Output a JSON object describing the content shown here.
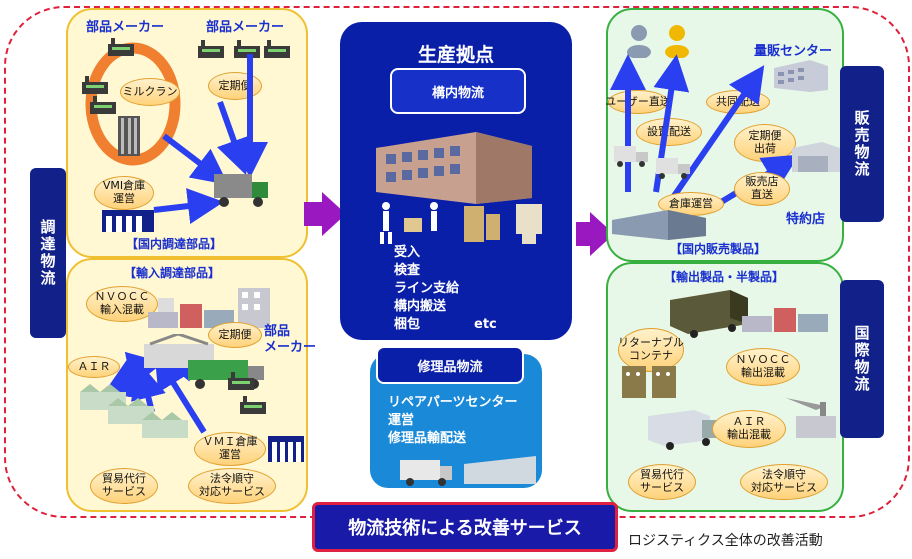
{
  "procurement": {
    "side_label": "調達物流",
    "domestic": {
      "maker_left": "部品メーカー",
      "maker_right": "部品メーカー",
      "milk_run": "ミルクラン",
      "regular": "定期便",
      "vmi": "VMI倉庫\n運営",
      "caption": "【国内調達部品】"
    },
    "import": {
      "caption": "【輸入調達部品】",
      "nvocc": "ＮＶＯＣＣ\n輸入混載",
      "regular": "定期便",
      "maker": "部品\nメーカー",
      "air": "ＡＩＲ",
      "vmi": "ＶＭＩ倉庫\n運営",
      "trade": "貿易代行\nサービス",
      "law": "法令順守\n対応サービス"
    }
  },
  "production": {
    "title": "生産拠点",
    "intra_button": "構内物流",
    "processes": [
      "受入",
      "検査",
      "ライン支給",
      "構内搬送",
      "梱包"
    ],
    "etc": "etc"
  },
  "repair": {
    "title": "修理品物流",
    "lines": [
      "リペアパーツセンター",
      "運営",
      "修理品輸配送"
    ]
  },
  "sales": {
    "side_label": "販売物流",
    "domestic": {
      "mass_retail": "量販センター",
      "user_direct": "ユーザー直送",
      "joint": "共同配送",
      "install": "設置配送",
      "regular": "定期便\n出荷",
      "warehouse": "倉庫運営",
      "store_direct": "販売店\n直送",
      "contract_store": "特約店",
      "caption": "【国内販売製品】"
    }
  },
  "international": {
    "side_label": "国際物流",
    "caption": "【輸出製品・半製品】",
    "returnable": "リターナブル\nコンテナ",
    "nvocc": "ＮＶＯＣＣ\n輸出混載",
    "air": "ＡＩＲ\n輸出混載",
    "trade": "貿易代行\nサービス",
    "law": "法令順守\n対応サービス"
  },
  "footer": {
    "main": "物流技術による改善サービス",
    "sub": "ロジスティクス全体の改善活動"
  },
  "colors": {
    "navy": "#12208a",
    "arrow_blue": "#2a3ff0",
    "arrow_purple": "#9a18c0",
    "dashed_red": "#e0203a"
  }
}
